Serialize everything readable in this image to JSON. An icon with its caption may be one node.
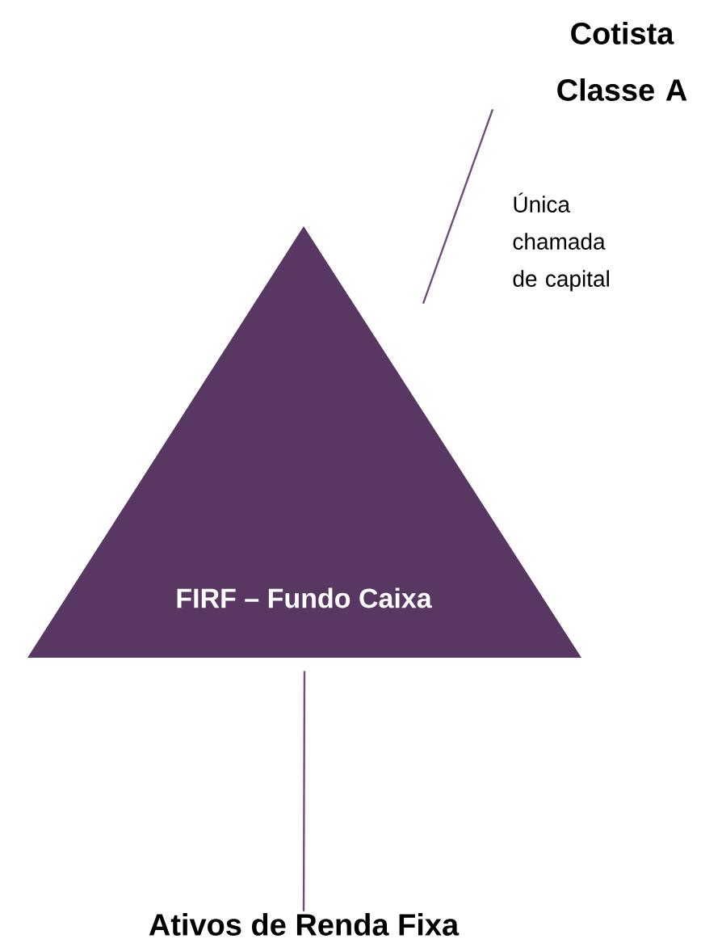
{
  "diagram": {
    "nodes": [
      {
        "text": [
          "Cotista Classe A"
        ]
      },
      {
        "text": [
          "FIRF – Fundo Caixa"
        ]
      },
      {
        "text": [
          "Ativos de Renda Fixa"
        ]
      }
    ],
    "edges": [
      {
        "from": 0,
        "to": 1,
        "arrow": "none",
        "label": "Única chamada de capital"
      },
      {
        "from": 1,
        "to": 2,
        "arrow": "none"
      }
    ]
  }
}
